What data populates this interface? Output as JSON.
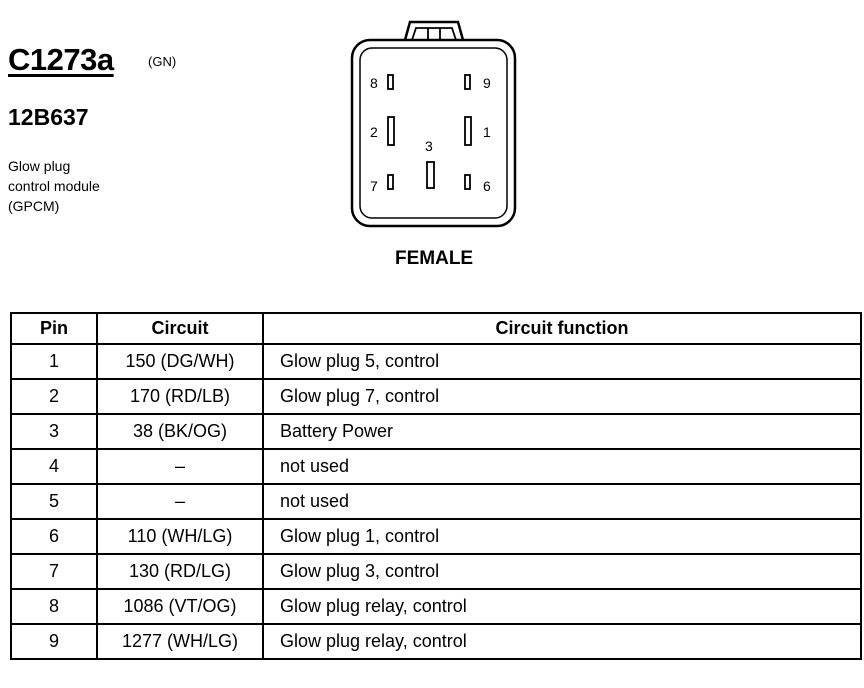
{
  "connector": {
    "id": "C1273a",
    "color": "(GN)",
    "part_number": "12B637",
    "description_lines": [
      "Glow plug",
      "control module",
      "(GPCM)"
    ],
    "gender": "FEMALE",
    "pin_numbers": [
      "1",
      "2",
      "3",
      "6",
      "7",
      "8",
      "9"
    ]
  },
  "table": {
    "headers": {
      "pin": "Pin",
      "circuit": "Circuit",
      "function": "Circuit function"
    },
    "rows": [
      {
        "pin": "1",
        "circuit": "150 (DG/WH)",
        "function": "Glow plug 5, control"
      },
      {
        "pin": "2",
        "circuit": "170 (RD/LB)",
        "function": "Glow plug 7, control"
      },
      {
        "pin": "3",
        "circuit": "38 (BK/OG)",
        "function": "Battery Power"
      },
      {
        "pin": "4",
        "circuit": "–",
        "function": "not used"
      },
      {
        "pin": "5",
        "circuit": "–",
        "function": "not used"
      },
      {
        "pin": "6",
        "circuit": "110 (WH/LG)",
        "function": "Glow plug 1, control"
      },
      {
        "pin": "7",
        "circuit": "130 (RD/LG)",
        "function": "Glow plug 3, control"
      },
      {
        "pin": "8",
        "circuit": "1086 (VT/OG)",
        "function": "Glow plug relay, control"
      },
      {
        "pin": "9",
        "circuit": "1277 (WH/LG)",
        "function": "Glow plug relay, control"
      }
    ]
  }
}
